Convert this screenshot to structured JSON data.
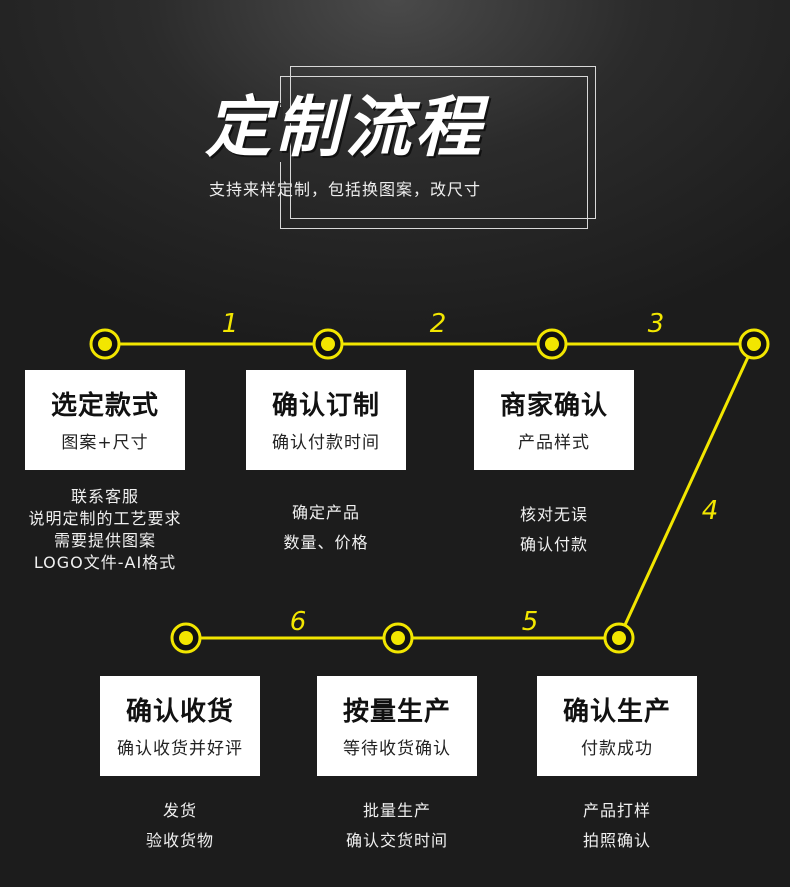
{
  "header": {
    "title": "定制流程",
    "subtitle": "支持来样定制，包括换图案，改尺寸"
  },
  "steps": [
    {
      "num": "1",
      "title": "选定款式",
      "subtitle": "图案+尺寸",
      "notes": [
        "联系客服",
        "说明定制的工艺要求",
        "需要提供图案",
        "LOGO文件-AI格式"
      ]
    },
    {
      "num": "2",
      "title": "确认订制",
      "subtitle": "确认付款时间",
      "notes": [
        "确定产品",
        "数量、价格"
      ]
    },
    {
      "num": "3",
      "title": "商家确认",
      "subtitle": "产品样式",
      "notes": [
        "核对无误",
        "确认付款"
      ]
    },
    {
      "num": "4",
      "title": "确认生产",
      "subtitle": "付款成功",
      "notes": [
        "产品打样",
        "拍照确认"
      ]
    },
    {
      "num": "5",
      "title": "按量生产",
      "subtitle": "等待收货确认",
      "notes": [
        "批量生产",
        "确认交货时间"
      ]
    },
    {
      "num": "6",
      "title": "确认收货",
      "subtitle": "确认收货并好评",
      "notes": [
        "发货",
        "验收货物"
      ]
    }
  ],
  "colors": {
    "accent": "#f2e600",
    "background": "#1e1e1e",
    "card": "#ffffff"
  }
}
